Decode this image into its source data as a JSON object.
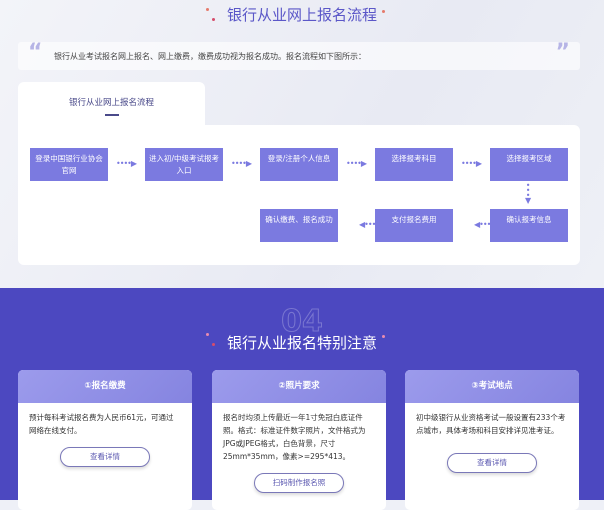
{
  "section1": {
    "title": "银行从业网上报名流程",
    "intro": "银行从业考试报名网上报名、网上缴费，缴费成功视为报名成功。报名流程如下图所示：",
    "tab": "银行从业网上报名流程",
    "steps": [
      "登录中国银行业协会官网",
      "进入初/中级考试报考入口",
      "登录/注册个人信息",
      "选择报考科目",
      "选择报考区域",
      "确认报考信息",
      "支付报名费用",
      "确认缴费、报名成功"
    ]
  },
  "section2": {
    "watermark": "04",
    "title": "银行从业报名特别注意",
    "cards": [
      {
        "title": "①报名缴费",
        "text": "预计每科考试报名费为人民币61元，可通过网络在线支付。",
        "button": "查看详情"
      },
      {
        "title": "②照片要求",
        "text": "报名时均须上传最近一年1寸免冠白底证件照。格式：标准证件数字照片，文件格式为JPG或JPEG格式，白色背景，尺寸25mm*35mm，像素>=295*413。",
        "button": "扫码制作报名照"
      },
      {
        "title": "③考试地点",
        "text": "初中级银行从业资格考试一般设置有233个考点城市，具体考场和科目安排详见准考证。",
        "button": "查看详情"
      }
    ]
  },
  "colors": {
    "accent": "#4c48c0",
    "box": "#7b7ae0"
  }
}
